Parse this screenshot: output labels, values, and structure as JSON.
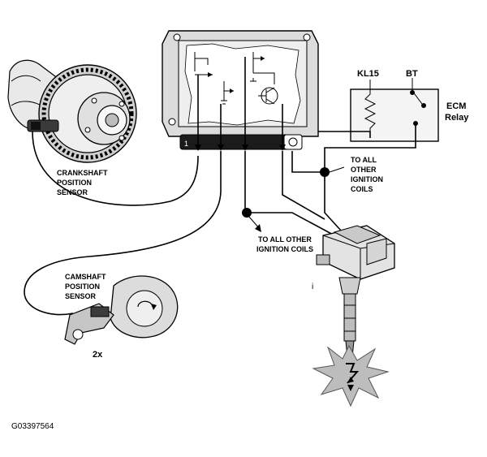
{
  "labels": {
    "kl15": "KL15",
    "bt": "BT",
    "ecm_relay_line1": "ECM",
    "ecm_relay_line2": "Relay",
    "to_all_other_top_1": "TO ALL",
    "to_all_other_top_2": "OTHER",
    "to_all_other_top_3": "IGNITION",
    "to_all_other_top_4": "COILS",
    "to_all_other_mid_1": "TO ALL OTHER",
    "to_all_other_mid_2": "IGNITION COILS",
    "crankshaft_1": "CRANKSHAFT",
    "crankshaft_2": "POSITION",
    "crankshaft_3": "SENSOR",
    "camshaft_1": "CAMSHAFT",
    "camshaft_2": "POSITION",
    "camshaft_3": "SENSOR",
    "quantity": "2x",
    "figure_code": "G03397564",
    "ecm_pin": "1",
    "coil_mark": "i"
  },
  "colors": {
    "line": "#000000",
    "fill_light": "#f2f2f2",
    "fill_mid": "#d9d9d9",
    "fill_dark": "#9a9a9a",
    "spark": "#bdbdbd"
  },
  "icons": {
    "crankshaft": "crankshaft-gear-icon",
    "ecm": "ecm-module-icon",
    "relay": "ecm-relay-icon",
    "coil": "ignition-coil-icon",
    "camshaft": "camshaft-sensor-icon",
    "spark": "spark-icon"
  }
}
